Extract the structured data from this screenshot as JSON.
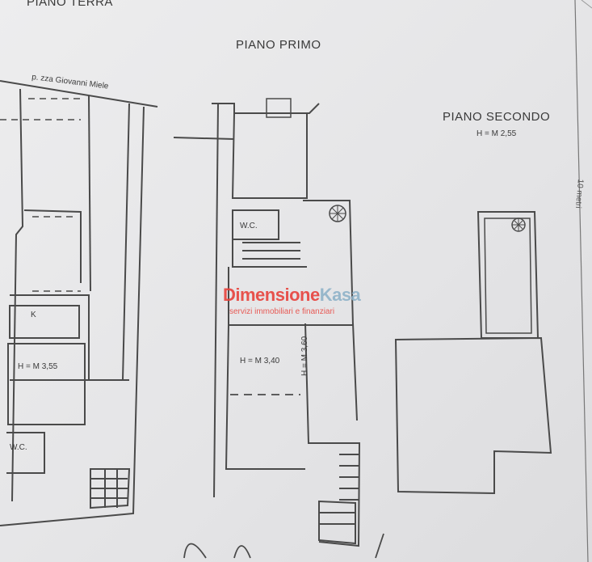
{
  "labels": {
    "piano_terra": "PIANO TERRA",
    "piano_primo": "PIANO PRIMO",
    "piano_secondo": "PIANO SECONDO",
    "h_secondo": "H = M 2,55",
    "street": "p. zza Giovanni Miele",
    "k_room": "K",
    "h_terra": "H = M 3,55",
    "wc_terra": "W.C.",
    "wc_primo": "W.C.",
    "h_primo": "H = M 3,40",
    "h_primo_side": "H = M 3,60",
    "edge_note": "10 metri"
  },
  "watermark": {
    "brand_part1": "Dimensione",
    "brand_part2": "Kasa",
    "subtitle": "servizi immobiliari e finanziari",
    "color": "#e8423c"
  }
}
